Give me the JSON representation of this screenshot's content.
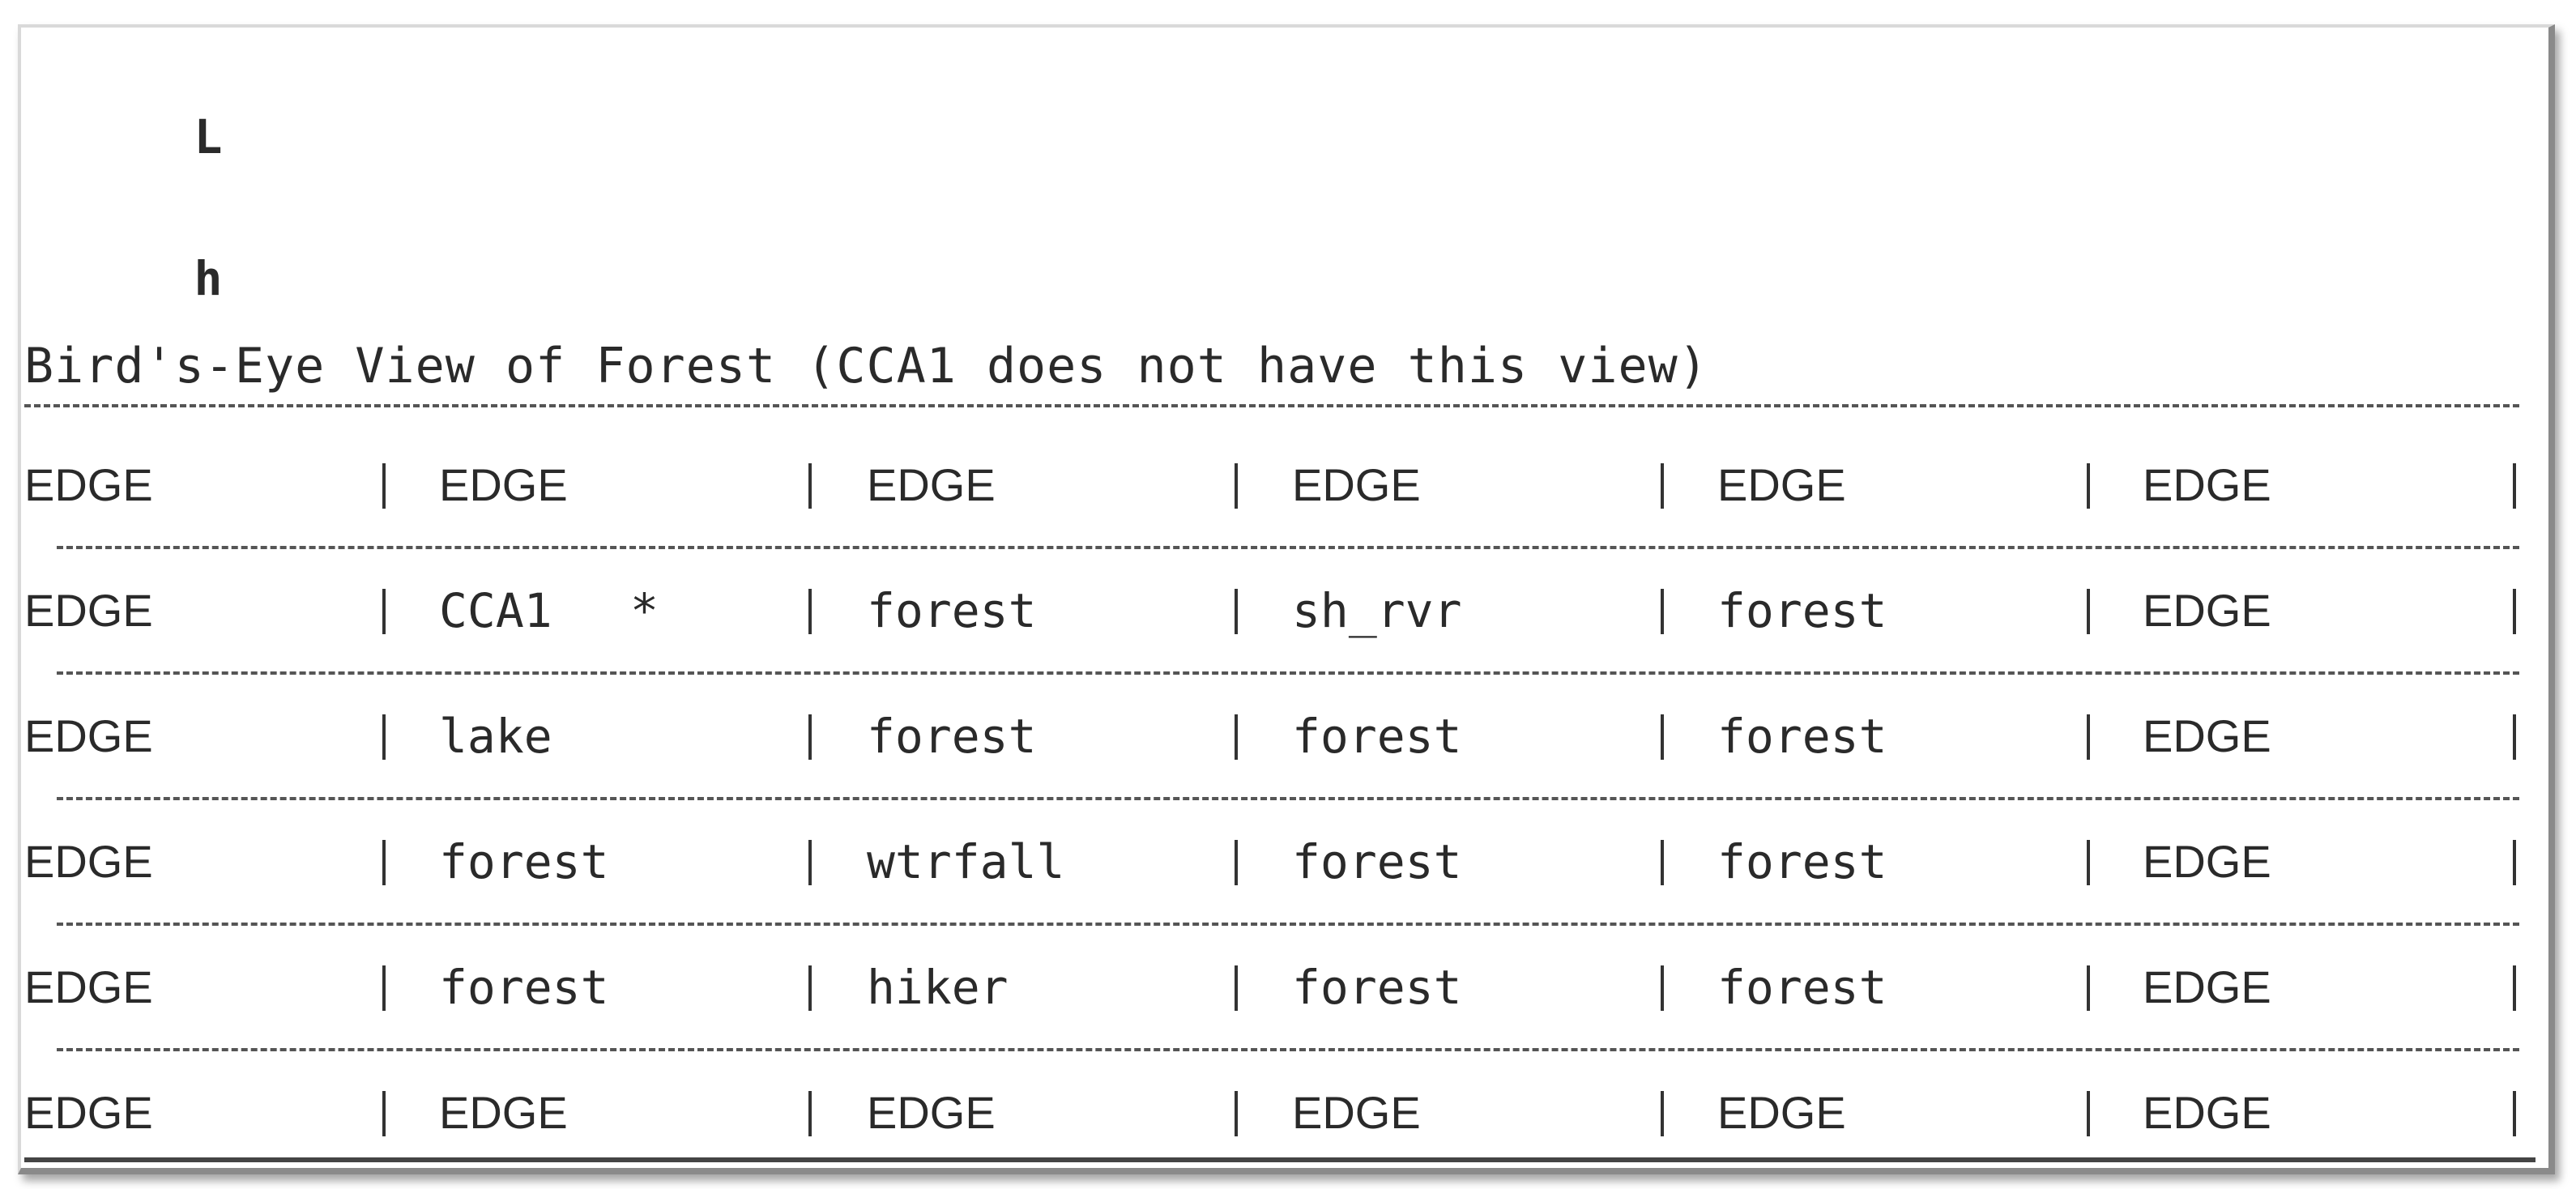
{
  "console": {
    "line1_prefix": "L",
    "line2_prefix": "h",
    "title": "Bird's-Eye View of Forest (CCA1 does not have this view)"
  },
  "grid": {
    "rows": [
      [
        "EDGE",
        "EDGE",
        "EDGE",
        "EDGE",
        "EDGE",
        "EDGE"
      ],
      [
        "EDGE",
        "CCA1",
        "forest",
        "sh_rvr",
        "forest",
        "EDGE"
      ],
      [
        "EDGE",
        "lake",
        "forest",
        "forest",
        "forest",
        "EDGE"
      ],
      [
        "EDGE",
        "forest",
        "wtrfall",
        "forest",
        "forest",
        "EDGE"
      ],
      [
        "EDGE",
        "forest",
        "hiker",
        "forest",
        "forest",
        "EDGE"
      ],
      [
        "EDGE",
        "EDGE",
        "EDGE",
        "EDGE",
        "EDGE",
        "EDGE"
      ]
    ],
    "agent_marker": "*"
  }
}
